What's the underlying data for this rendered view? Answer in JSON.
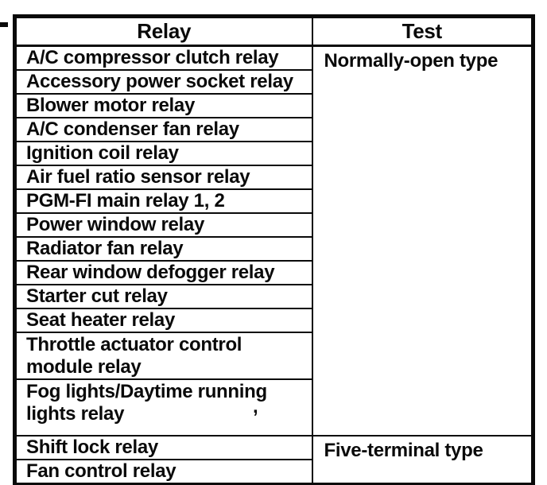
{
  "page": {
    "background_color": "#ffffff",
    "ink_color": "#0a0a0a"
  },
  "table": {
    "headers": {
      "relay": "Relay",
      "test": "Test"
    },
    "groups": [
      {
        "test_label": "Normally-open type",
        "relays": [
          "A/C compressor clutch relay",
          "Accessory power socket relay",
          "Blower motor relay",
          "A/C condenser fan relay",
          "Ignition coil relay",
          "Air fuel ratio sensor relay",
          "PGM-FI main relay 1, 2",
          "Power window relay",
          "Radiator fan relay",
          "Rear window defogger relay",
          "Starter cut relay",
          "Seat heater relay",
          "Throttle actuator control module relay",
          "Fog lights/Daytime running lights relay"
        ]
      },
      {
        "test_label": "Five-terminal type",
        "relays": [
          "Shift lock relay",
          "Fan control relay"
        ]
      }
    ]
  },
  "artifacts": {
    "stray_comma": ","
  }
}
